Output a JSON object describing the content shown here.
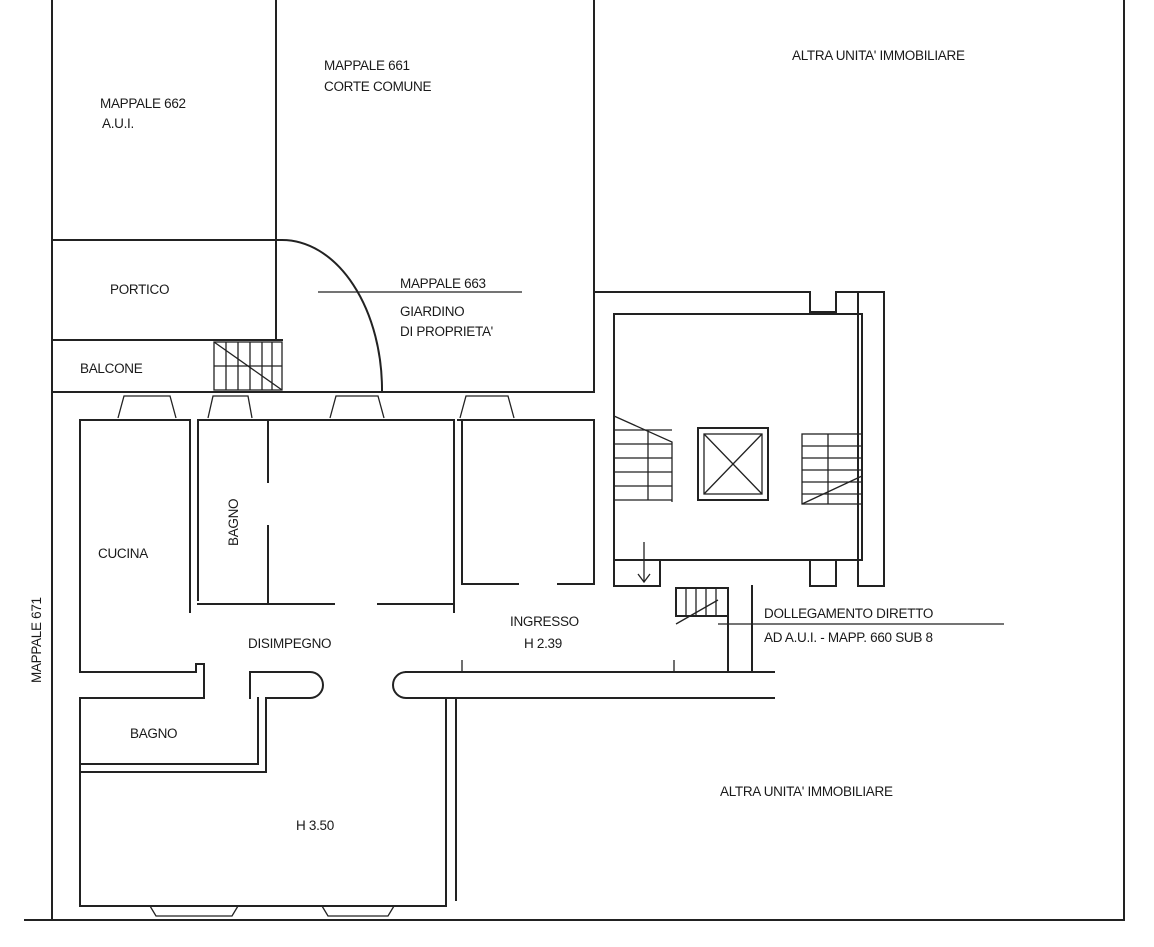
{
  "labels": {
    "mappale_662": "MAPPALE 662",
    "aui": "A.U.I.",
    "mappale_661": "MAPPALE 661",
    "corte_comune": "CORTE COMUNE",
    "altra_unita_top": "ALTRA UNITA' IMMOBILIARE",
    "portico": "PORTICO",
    "mappale_663": "MAPPALE 663",
    "giardino": "GIARDINO",
    "di_proprieta": "DI PROPRIETA'",
    "balcone": "BALCONE",
    "bagno_vertical": "BAGNO",
    "cucina": "CUCINA",
    "mappale_671": "MAPPALE 671",
    "disimpegno": "DISIMPEGNO",
    "ingresso": "INGRESSO",
    "h_ingresso": "H 2.39",
    "collegamento_1": "DOLLEGAMENTO DIRETTO",
    "collegamento_2": "AD A.U.I. - MAPP. 660 SUB 8",
    "bagno_lower": "BAGNO",
    "altra_unita_bottom": "ALTRA UNITA' IMMOBILIARE",
    "h_main": "H 3.50"
  },
  "colors": {
    "line": "#222222",
    "background": "#ffffff"
  }
}
